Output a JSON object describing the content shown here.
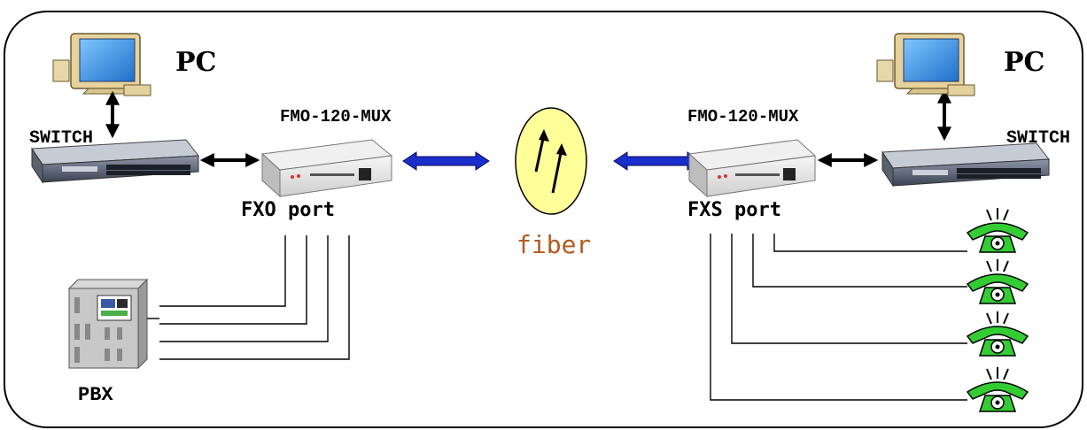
{
  "labels": {
    "pc_left": "PC",
    "pc_right": "PC",
    "switch_left": "SWITCH",
    "switch_right": "SWITCH",
    "mux_left": "FMO-120-MUX",
    "mux_right": "FMO-120-MUX",
    "fxo_port": "FXO port",
    "fxs_port": "FXS port",
    "fiber": "fiber",
    "pbx": "PBX"
  },
  "icons": {
    "pc": "pc-icon",
    "switch": "switch-icon",
    "mux": "multiplexer-icon",
    "fiber": "fiber-optic-icon",
    "pbx": "pbx-cabinet-icon",
    "phone": "telephone-icon"
  },
  "colors": {
    "phone_green": "#33cc33",
    "fiber_fill": "#ffff99",
    "fiber_arrow_link": "#1a2ecc",
    "fiber_text": "#b35a1f",
    "monitor_screen": "#2f8fe0",
    "border": "#000000"
  }
}
